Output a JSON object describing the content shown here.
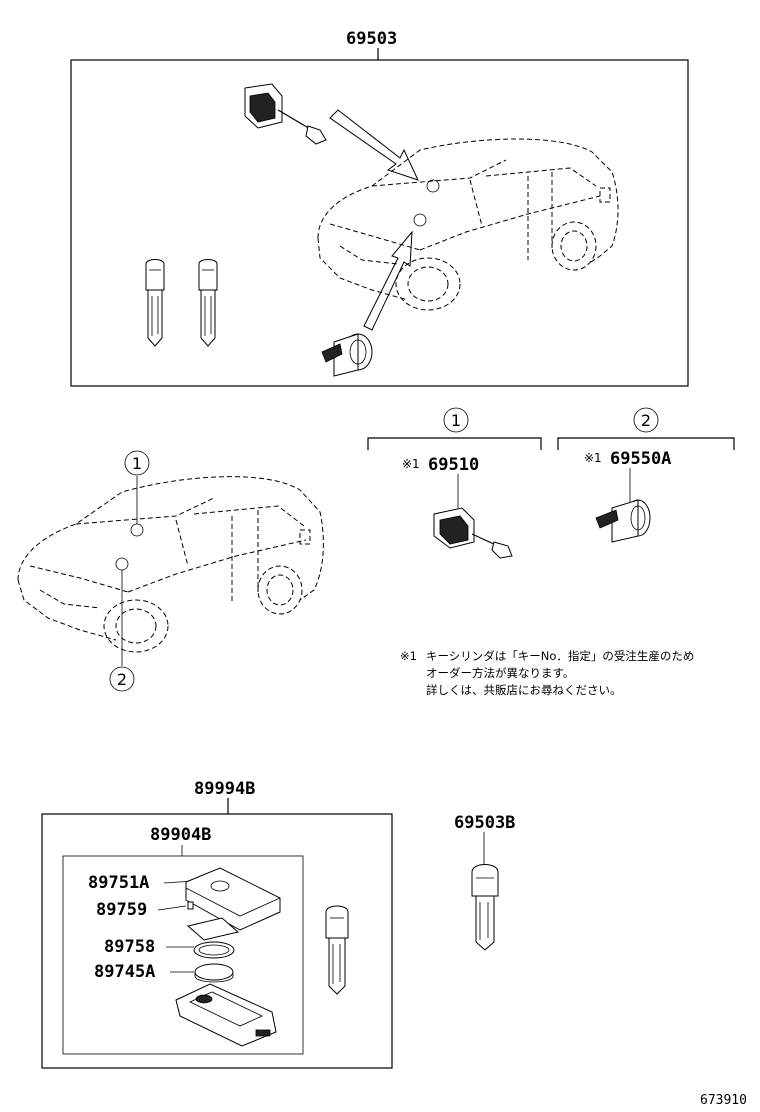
{
  "labels": {
    "kit_top": "69503",
    "circle_1": "1",
    "circle_2": "2",
    "marker_1": "1",
    "marker_2": "2",
    "note_mark_a": "※1",
    "part_a": "69510",
    "note_mark_b": "※1",
    "part_b": "69550A",
    "remote_set": "89994B",
    "remote_assy": "89904B",
    "cover": "89751A",
    "screw": "89759",
    "ring": "89758",
    "battery": "89745A",
    "key_b": "69503B",
    "figure_ref": "673910"
  },
  "note": {
    "mark": "※1",
    "line1": "キーシリンダは「キーNo．指定」の受注生産のため",
    "line2": "オーダー方法が異なります。",
    "line3": "詳しくは、共販店にお尋ねください。"
  }
}
